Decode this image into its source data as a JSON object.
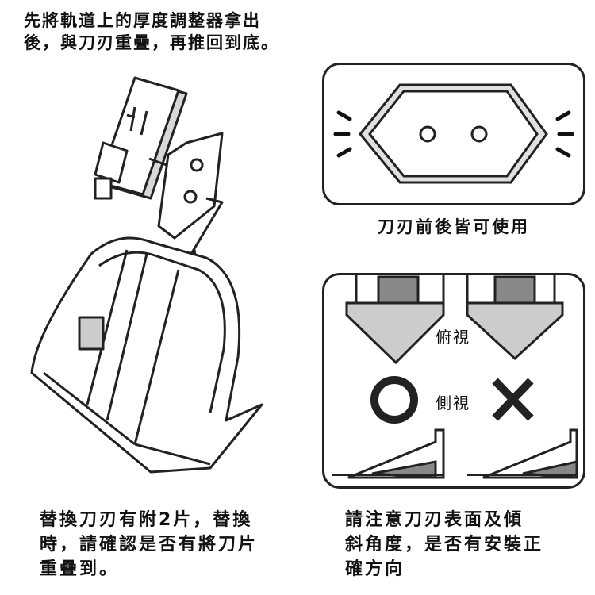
{
  "instructions": {
    "top_lines": [
      "先將軌道上的厚度調整器拿出",
      "後，與刀刃重疊，再推回到底。"
    ],
    "bottom_left_lines": [
      "替換刀刃有附2片，替換",
      "時，請確認是否有將刀片",
      "重疊到。"
    ],
    "bottom_right_lines": [
      "請注意刀刃表面及傾",
      "斜角度，是否有安裝正",
      "確方向"
    ]
  },
  "blade_panel": {
    "caption": "刀刃前後皆可使用"
  },
  "orientation_panel": {
    "top_view_label": "俯視",
    "side_view_label": "側視",
    "correct_icon": "circle-correct-icon",
    "wrong_icon": "cross-wrong-icon"
  }
}
